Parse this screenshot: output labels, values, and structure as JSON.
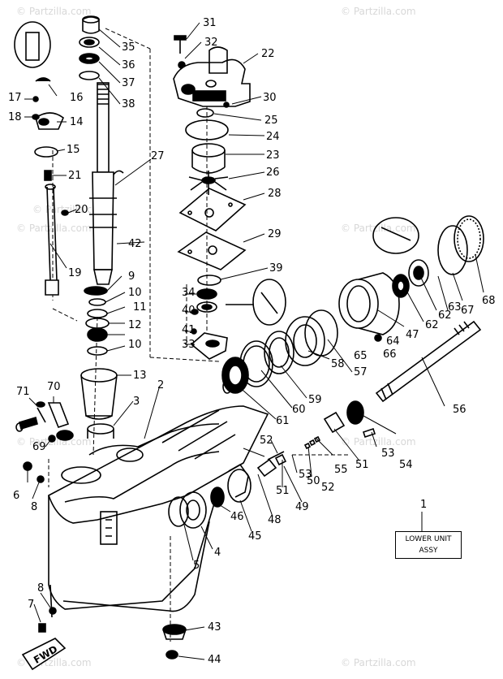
{
  "watermark": "© Partzilla.com",
  "assembly_label": {
    "line1": "LOWER UNIT",
    "line2": "ASSY",
    "callout": "1"
  },
  "fwd_label": "FWD",
  "callouts": [
    "31",
    "35",
    "32",
    "22",
    "36",
    "37",
    "38",
    "30",
    "16",
    "14",
    "17",
    "18",
    "25",
    "24",
    "15",
    "23",
    "27",
    "26",
    "21",
    "28",
    "20",
    "29",
    "42",
    "39",
    "9",
    "10",
    "11",
    "12",
    "10",
    "13",
    "34",
    "40",
    "41",
    "33",
    "19",
    "2",
    "3",
    "71",
    "70",
    "69",
    "6",
    "8",
    "8",
    "7",
    "43",
    "44",
    "5",
    "4",
    "46",
    "45",
    "48",
    "49",
    "51",
    "52",
    "53",
    "50",
    "52",
    "55",
    "51",
    "53",
    "54",
    "56",
    "47",
    "57",
    "58",
    "59",
    "60",
    "61",
    "62",
    "62",
    "63",
    "64",
    "65",
    "66",
    "67",
    "68"
  ]
}
